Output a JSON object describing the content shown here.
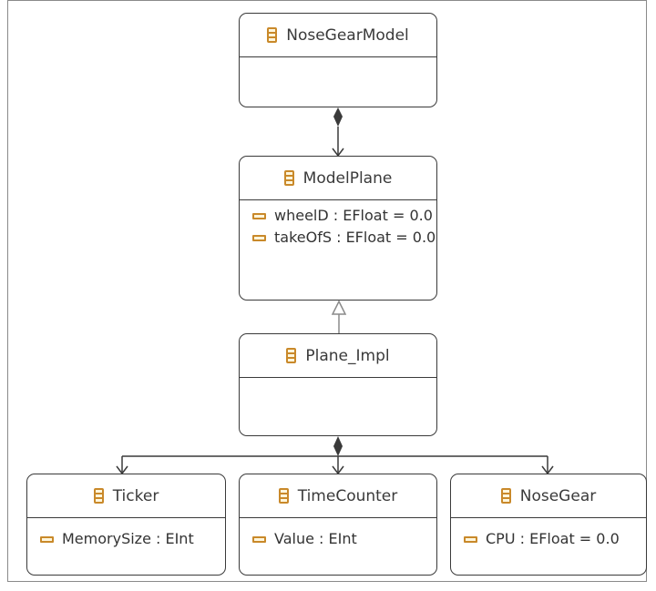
{
  "colors": {
    "border": "#3a3a3a",
    "class_icon": "#c9892a",
    "class_icon_fill": "#fff6dc",
    "frame": "#8a8a8a"
  },
  "classes": {
    "nose_gear_model": {
      "name": "NoseGearModel",
      "icon": "eclass-icon",
      "attributes": []
    },
    "model_plane": {
      "name": "ModelPlane",
      "icon": "eclass-icon",
      "attributes": [
        {
          "text": "wheelD : EFloat = 0.0",
          "icon": "eattribute-icon"
        },
        {
          "text": "takeOfS : EFloat = 0.0",
          "icon": "eattribute-icon"
        }
      ]
    },
    "plane_impl": {
      "name": "Plane_Impl",
      "icon": "eclass-icon",
      "attributes": []
    },
    "ticker": {
      "name": "Ticker",
      "icon": "eclass-icon",
      "attributes": [
        {
          "text": "MemorySize : EInt",
          "icon": "eattribute-icon"
        }
      ]
    },
    "time_counter": {
      "name": "TimeCounter",
      "icon": "eclass-icon",
      "attributes": [
        {
          "text": "Value : EInt",
          "icon": "eattribute-icon"
        }
      ]
    },
    "nose_gear": {
      "name": "NoseGear",
      "icon": "eclass-icon",
      "attributes": [
        {
          "text": "CPU : EFloat = 0.0",
          "icon": "eattribute-icon"
        }
      ]
    }
  },
  "relations": [
    {
      "type": "composition",
      "from": "NoseGearModel",
      "to": "ModelPlane"
    },
    {
      "type": "generalization",
      "from": "Plane_Impl",
      "to": "ModelPlane"
    },
    {
      "type": "composition",
      "from": "Plane_Impl",
      "to": "Ticker"
    },
    {
      "type": "composition",
      "from": "Plane_Impl",
      "to": "TimeCounter"
    },
    {
      "type": "composition",
      "from": "Plane_Impl",
      "to": "NoseGear"
    }
  ]
}
